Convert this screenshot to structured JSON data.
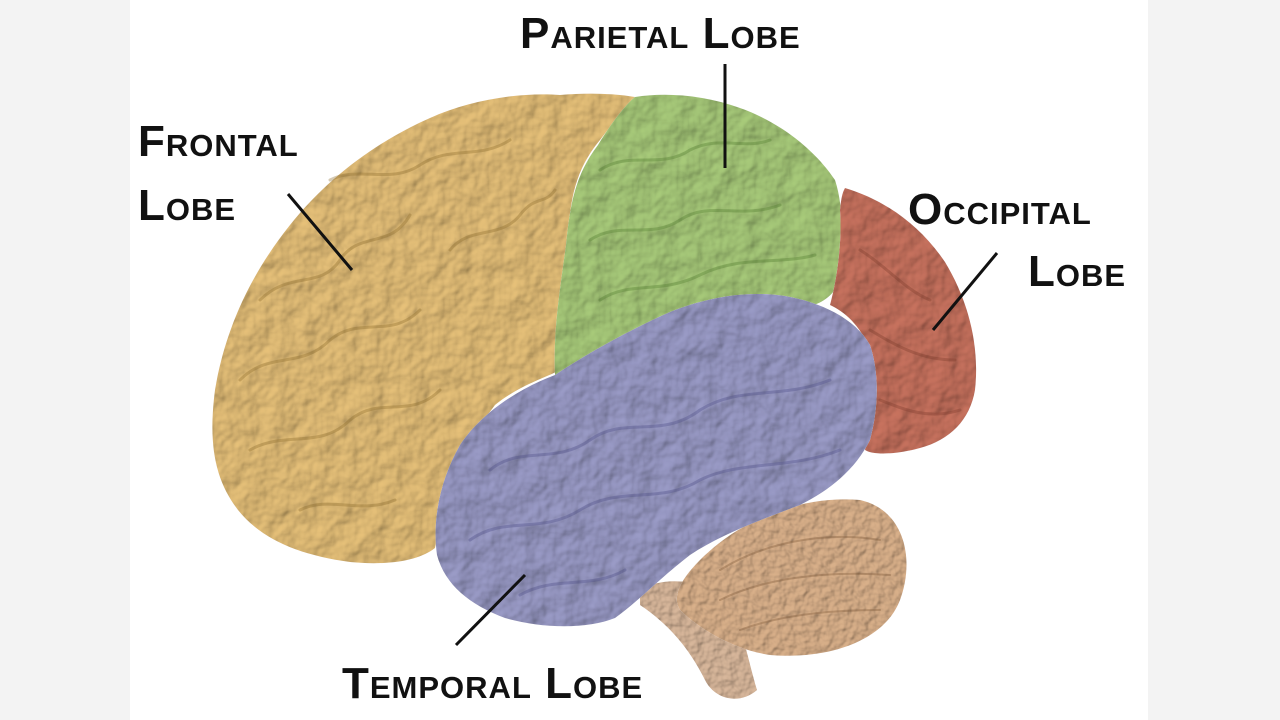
{
  "labels": {
    "parietal": "Parietal Lobe",
    "frontal_line1": "Frontal",
    "frontal_line2": "Lobe",
    "occipital_line1": "Occipital",
    "occipital_line2": "Lobe",
    "temporal": "Temporal Lobe"
  },
  "colors": {
    "frontal": "#e8c27a",
    "parietal": "#a9cc7b",
    "occipital": "#c9735f",
    "temporal": "#9b9cc8",
    "cerebellum": "#d9b08a",
    "brainstem": "#d8b79b",
    "leader_line": "#111111"
  }
}
